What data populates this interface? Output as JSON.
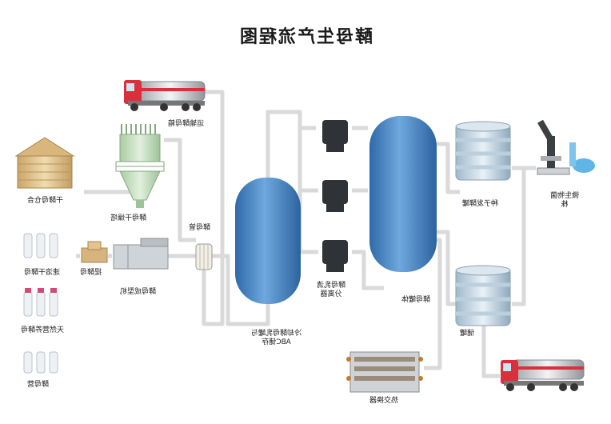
{
  "title": "酵母生产流程图",
  "labels": {
    "truck_top": "运输酵母箱",
    "dry_warehouse": "干酵母仓合",
    "dryer_tower": "酵母干燥塔",
    "yeast_cream_tube": "酵母管",
    "packer": "酵母成型机",
    "yeast_extract": "提酵母",
    "dry_yeast_bottles": "速溶干酵母",
    "nutrition_bottles": "天然营养酵母",
    "yeast_bottles": "酵母营",
    "storage_tank": "冷却酵母乳罐与\nABC储存",
    "separator": "酵母乳清\n分离器",
    "fermenter": "酵母罐体",
    "seed_tank": "种子发酵罐",
    "microscope": "微生物菌\n株",
    "storage_small": "储罐",
    "heat_exchanger": "热交换器"
  },
  "colors": {
    "pipe": "#d9d9d9",
    "tank_blue": "#4a86c0",
    "truck_red": "#d9303b"
  }
}
